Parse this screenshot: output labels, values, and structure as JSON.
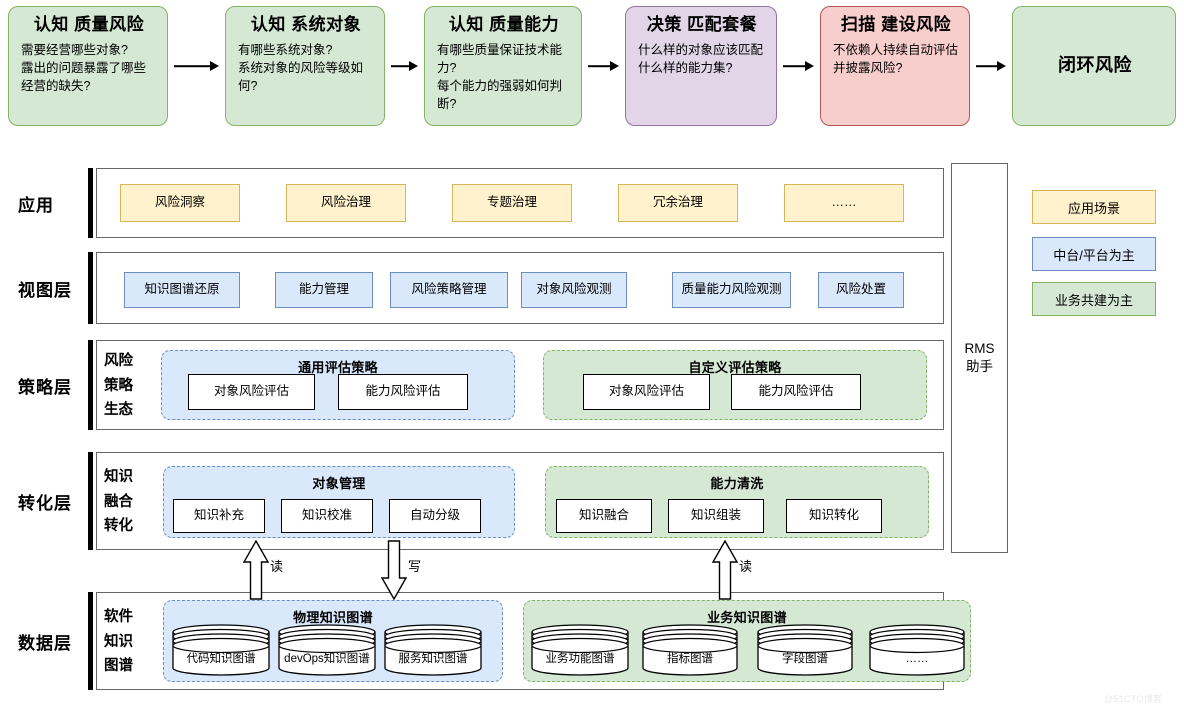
{
  "flow": {
    "steps": [
      {
        "title": "认知 质量风险",
        "body": "需要经营哪些对象?\n露出的问题暴露了哪些经营的缺失?",
        "color": "green"
      },
      {
        "title": "认知 系统对象",
        "body": "有哪些系统对象?\n系统对象的风险等级如何?",
        "color": "green"
      },
      {
        "title": "认知 质量能力",
        "body": "有哪些质量保证技术能力?\n每个能力的强弱如何判断?",
        "color": "green"
      },
      {
        "title": "决策 匹配套餐",
        "body": "什么样的对象应该匹配什么样的能力集?",
        "color": "purple"
      },
      {
        "title": "扫描 建设风险",
        "body": "不依赖人持续自动评估并披露风险?",
        "color": "red"
      },
      {
        "title": "闭环风险",
        "body": "",
        "color": "green"
      }
    ]
  },
  "layers": {
    "application": {
      "label": "应用",
      "chips": [
        "风险洞察",
        "风险治理",
        "专题治理",
        "冗余治理",
        "……"
      ]
    },
    "view": {
      "label": "视图层",
      "chips": [
        "知识图谱还原",
        "能力管理",
        "风险策略管理",
        "对象风险观测",
        "质量能力风险观测",
        "风险处置"
      ]
    },
    "strategy": {
      "label": "策略层",
      "sublabel": [
        "风险",
        "策略",
        "生态"
      ],
      "groups": [
        {
          "title": "通用评估策略",
          "color": "blue",
          "items": [
            "对象风险评估",
            "能力风险评估"
          ]
        },
        {
          "title": "自定义评估策略",
          "color": "green",
          "items": [
            "对象风险评估",
            "能力风险评估"
          ]
        }
      ]
    },
    "transform": {
      "label": "转化层",
      "sublabel": [
        "知识",
        "融合",
        "转化"
      ],
      "groups": [
        {
          "title": "对象管理",
          "color": "blue",
          "items": [
            "知识补充",
            "知识校准",
            "自动分级"
          ]
        },
        {
          "title": "能力清洗",
          "color": "green",
          "items": [
            "知识融合",
            "知识组装",
            "知识转化"
          ]
        }
      ]
    },
    "data": {
      "label": "数据层",
      "sublabel": [
        "软件",
        "知识",
        "图谱"
      ],
      "groups": [
        {
          "title": "物理知识图谱",
          "color": "blue",
          "items": [
            "代码知识图谱",
            "devOps知识图谱",
            "服务知识图谱"
          ]
        },
        {
          "title": "业务知识图谱",
          "color": "green",
          "items": [
            "业务功能图谱",
            "指标图谱",
            "字段图谱",
            "……"
          ]
        }
      ]
    }
  },
  "connectors": [
    {
      "label": "读",
      "direction": "up"
    },
    {
      "label": "写",
      "direction": "down"
    },
    {
      "label": "读",
      "direction": "up"
    }
  ],
  "rms": {
    "label": "RMS\n助手"
  },
  "legend": [
    {
      "label": "应用场景",
      "color": "orange"
    },
    {
      "label": "中台/平台为主",
      "color": "blue"
    },
    {
      "label": "业务共建为主",
      "color": "green"
    }
  ],
  "watermark": "@51CTO博客",
  "colors": {
    "green_fill": "#d5e8d4",
    "green_stroke": "#82b366",
    "blue_fill": "#dae8fc",
    "blue_stroke": "#6c8ebf",
    "orange_fill": "#fff2cc",
    "orange_stroke": "#d6b656",
    "purple_fill": "#e1d5e7",
    "purple_stroke": "#9673a6",
    "red_fill": "#f8cecc",
    "red_stroke": "#b85450",
    "panel_stroke": "#666666"
  }
}
